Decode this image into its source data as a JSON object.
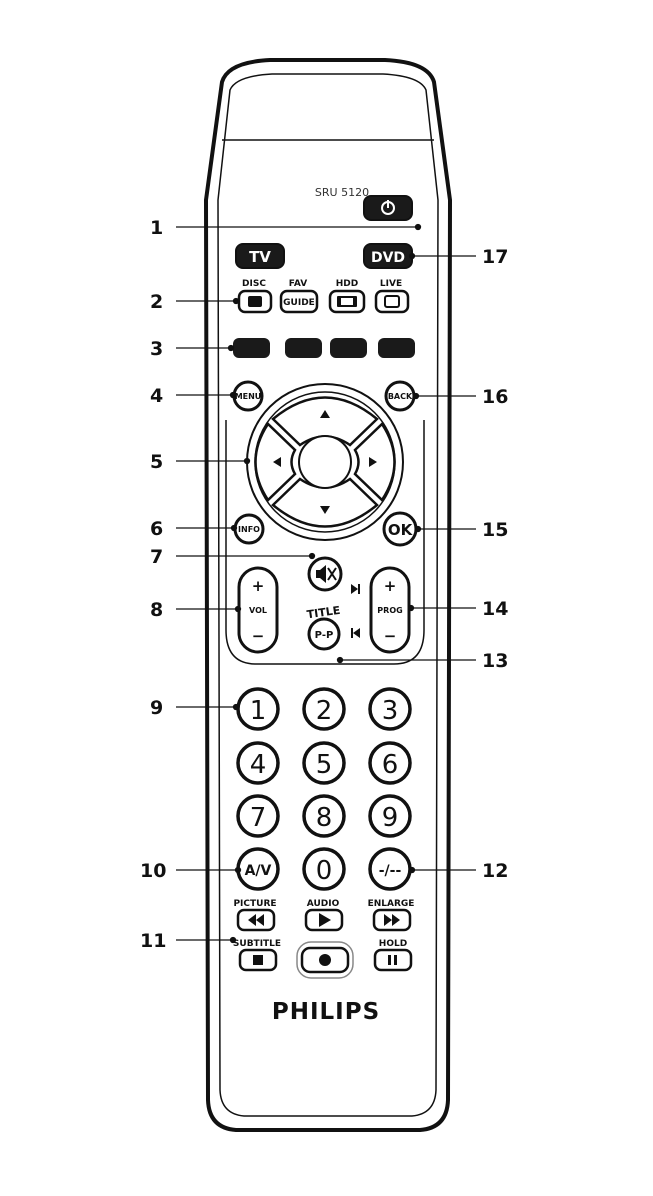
{
  "model": "SRU 5120",
  "brand": "PHILIPS",
  "buttons": {
    "tv": "TV",
    "dvd": "DVD",
    "disc": "DISC",
    "fav": "FAV",
    "guide": "GUIDE",
    "hdd": "HDD",
    "live": "LIVE",
    "menu": "MENU",
    "back": "BACK",
    "info": "INFO",
    "ok": "OK",
    "vol": "VOL",
    "prog": "PROG",
    "title": "TITLE",
    "pip": "P-P",
    "av": "A/V",
    "dash": "-/--",
    "picture": "PICTURE",
    "audio": "AUDIO",
    "enlarge": "ENLARGE",
    "subtitle": "SUBTITLE",
    "hold": "HOLD",
    "plus": "+",
    "minus": "−"
  },
  "digits": [
    "1",
    "2",
    "3",
    "4",
    "5",
    "6",
    "7",
    "8",
    "9",
    "0"
  ],
  "callouts": [
    "1",
    "2",
    "3",
    "4",
    "5",
    "6",
    "7",
    "8",
    "9",
    "10",
    "11",
    "12",
    "13",
    "14",
    "15",
    "16",
    "17"
  ],
  "colors": {
    "outline": "#111111",
    "button_fill": "#1a1a1a",
    "background": "#ffffff"
  },
  "icons": [
    "power-icon",
    "disc-icon",
    "hdd-icon",
    "live-icon",
    "arrow-up-icon",
    "arrow-down-icon",
    "arrow-left-icon",
    "arrow-right-icon",
    "mute-icon",
    "next-icon",
    "previous-icon",
    "rewind-icon",
    "play-icon",
    "fast-forward-icon",
    "stop-icon",
    "record-icon",
    "pause-icon"
  ]
}
